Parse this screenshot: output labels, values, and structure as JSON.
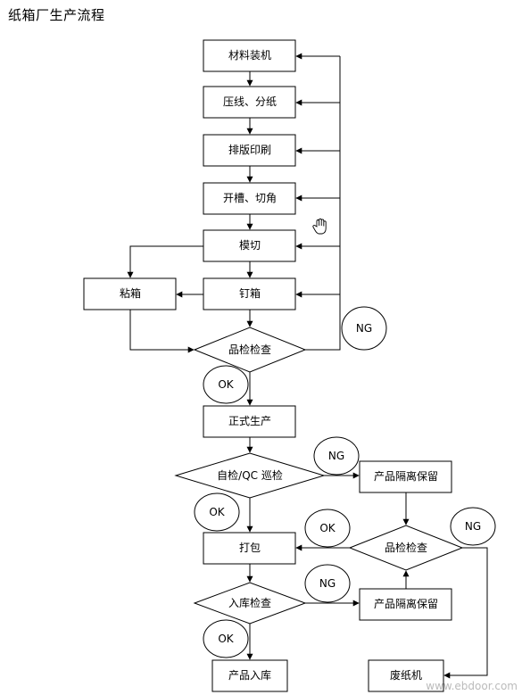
{
  "title": "纸箱厂生产流程",
  "steps": {
    "material_loading": "材料装机",
    "press_split": "压线、分纸",
    "layout_print": "排版印刷",
    "slot_corner": "开槽、切角",
    "die_cut": "模切",
    "glue_box": "粘箱",
    "nail_box": "钉箱",
    "quality_check_1": "品检检查",
    "formal_production": "正式生产",
    "self_check_qc": "自检/QC 巡检",
    "isolate_hold_1": "产品隔离保留",
    "quality_check_2": "品检检查",
    "pack": "打包",
    "warehouse_check": "入库检查",
    "isolate_hold_2": "产品隔离保留",
    "warehouse_in": "产品入库",
    "waste_machine": "废纸机"
  },
  "markers": {
    "ng_1": "NG",
    "ok_1": "OK",
    "ng_2": "NG",
    "ok_2": "OK",
    "ok_3": "OK",
    "ng_3": "NG",
    "ng_4": "NG",
    "ok_4": "OK"
  },
  "watermark": "www.ebdoor.com"
}
